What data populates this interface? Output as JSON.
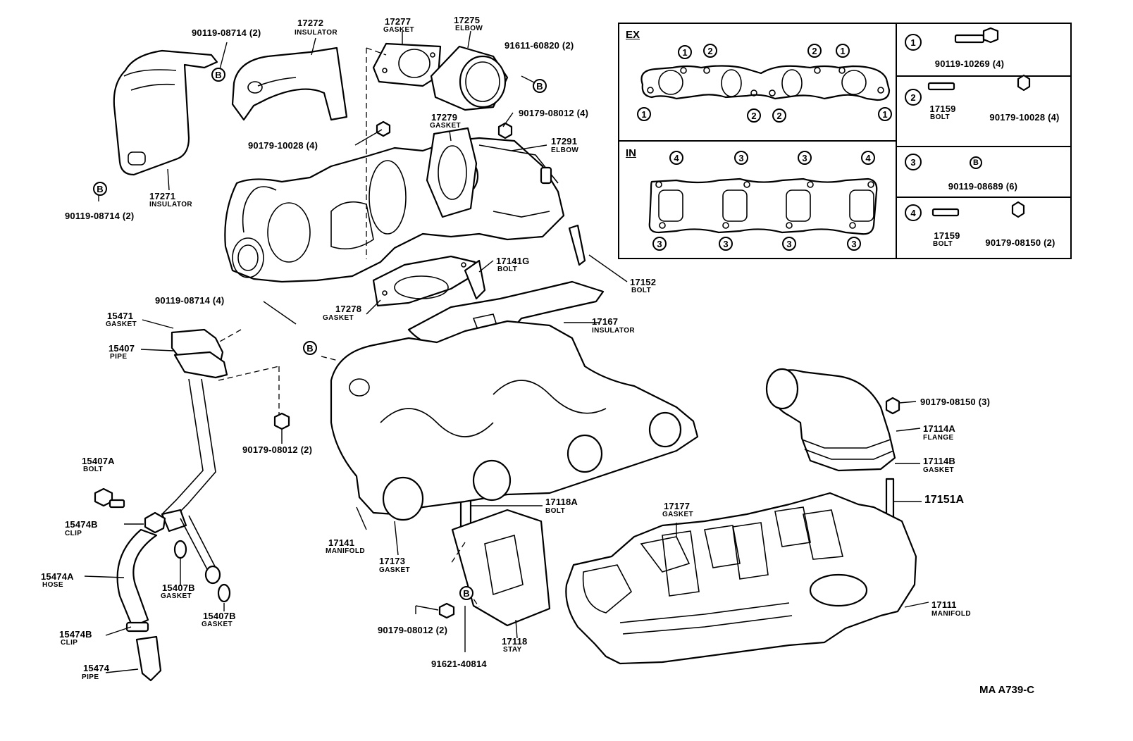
{
  "diagram_id": "MA A739-C",
  "legend": {
    "exhaust_label": "EX",
    "intake_label": "IN",
    "rows": [
      {
        "marker": "1",
        "parts": [
          {
            "number": "90119-10269 (4)"
          }
        ]
      },
      {
        "marker": "2",
        "parts": [
          {
            "number": "17159",
            "name": "BOLT"
          },
          {
            "number": "90179-10028 (4)"
          }
        ]
      },
      {
        "marker": "3",
        "parts": [
          {
            "number": "90119-08689 (6)",
            "sub_marker": "B"
          }
        ]
      },
      {
        "marker": "4",
        "parts": [
          {
            "number": "17159",
            "name": "BOLT"
          },
          {
            "number": "90179-08150 (2)"
          }
        ]
      }
    ],
    "ex_markers_top": [
      "1",
      "2",
      "2",
      "1"
    ],
    "ex_markers_bottom": [
      "1",
      "2",
      "2",
      "1"
    ],
    "in_markers_top": [
      "4",
      "3",
      "3",
      "4"
    ],
    "in_markers_bottom": [
      "3",
      "3",
      "3",
      "3"
    ]
  },
  "callouts": [
    {
      "id": "c90119a",
      "number": "90119-08714 (2)",
      "name": ""
    },
    {
      "id": "c17272",
      "number": "17272",
      "name": "INSULATOR"
    },
    {
      "id": "c17277",
      "number": "17277",
      "name": "GASKET"
    },
    {
      "id": "c17275",
      "number": "17275",
      "name": "ELBOW"
    },
    {
      "id": "c91611",
      "number": "91611-60820 (2)",
      "name": ""
    },
    {
      "id": "c17279",
      "number": "17279",
      "name": "GASKET"
    },
    {
      "id": "c90179a",
      "number": "90179-08012 (4)",
      "name": ""
    },
    {
      "id": "c90179b",
      "number": "90179-10028 (4)",
      "name": ""
    },
    {
      "id": "c17291",
      "number": "17291",
      "name": "ELBOW"
    },
    {
      "id": "c17271",
      "number": "17271",
      "name": "INSULATOR"
    },
    {
      "id": "c90119b",
      "number": "90119-08714 (2)",
      "name": ""
    },
    {
      "id": "c17141G",
      "number": "17141G",
      "name": "BOLT"
    },
    {
      "id": "c17152",
      "number": "17152",
      "name": "BOLT"
    },
    {
      "id": "c90119c",
      "number": "90119-08714 (4)",
      "name": ""
    },
    {
      "id": "c17278",
      "number": "17278",
      "name": "GASKET"
    },
    {
      "id": "c17167",
      "number": "17167",
      "name": "INSULATOR"
    },
    {
      "id": "c15471",
      "number": "15471",
      "name": "GASKET"
    },
    {
      "id": "c15407",
      "number": "15407",
      "name": "PIPE"
    },
    {
      "id": "c90179c",
      "number": "90179-08012 (2)",
      "name": ""
    },
    {
      "id": "c90179d",
      "number": "90179-08150 (3)",
      "name": ""
    },
    {
      "id": "c17114A",
      "number": "17114A",
      "name": "FLANGE"
    },
    {
      "id": "c17114B",
      "number": "17114B",
      "name": "GASKET"
    },
    {
      "id": "c15407A",
      "number": "15407A",
      "name": "BOLT"
    },
    {
      "id": "c17151A",
      "number": "17151A",
      "name": ""
    },
    {
      "id": "c17118A",
      "number": "17118A",
      "name": "BOLT"
    },
    {
      "id": "c17177",
      "number": "17177",
      "name": "GASKET"
    },
    {
      "id": "c15474Ba",
      "number": "15474B",
      "name": "CLIP"
    },
    {
      "id": "c17141",
      "number": "17141",
      "name": "MANIFOLD"
    },
    {
      "id": "c17173",
      "number": "17173",
      "name": "GASKET"
    },
    {
      "id": "c15474A",
      "number": "15474A",
      "name": "HOSE"
    },
    {
      "id": "c15407Ba",
      "number": "15407B",
      "name": "GASKET"
    },
    {
      "id": "c15407Bb",
      "number": "15407B",
      "name": "GASKET"
    },
    {
      "id": "c90179e",
      "number": "90179-08012 (2)",
      "name": ""
    },
    {
      "id": "c17111",
      "number": "17111",
      "name": "MANIFOLD"
    },
    {
      "id": "c15474Bb",
      "number": "15474B",
      "name": "CLIP"
    },
    {
      "id": "c17118",
      "number": "17118",
      "name": "STAY"
    },
    {
      "id": "c91621",
      "number": "91621-40814",
      "name": ""
    },
    {
      "id": "c15474",
      "number": "15474",
      "name": "PIPE"
    }
  ],
  "ref_markers": {
    "b": "B"
  }
}
